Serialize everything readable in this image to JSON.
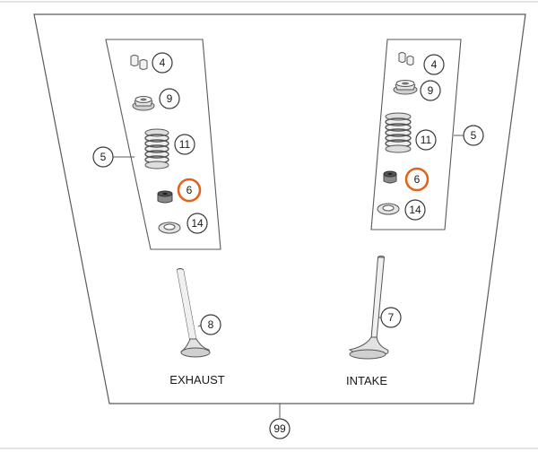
{
  "diagram": {
    "assembly_callout": "99",
    "exhaust": {
      "caption": "EXHAUST",
      "valve_callout": "8",
      "panel_callout": "5",
      "parts": [
        {
          "callout": "4",
          "part": "valve-keepers"
        },
        {
          "callout": "9",
          "part": "spring-retainer"
        },
        {
          "callout": "11",
          "part": "valve-spring"
        },
        {
          "callout": "6",
          "part": "valve-stem-seal",
          "highlighted": true
        },
        {
          "callout": "14",
          "part": "spring-seat-washer"
        }
      ]
    },
    "intake": {
      "caption": "INTAKE",
      "valve_callout": "7",
      "panel_callout": "5",
      "parts": [
        {
          "callout": "4",
          "part": "valve-keepers"
        },
        {
          "callout": "9",
          "part": "spring-retainer"
        },
        {
          "callout": "11",
          "part": "valve-spring"
        },
        {
          "callout": "6",
          "part": "valve-stem-seal",
          "highlighted": true
        },
        {
          "callout": "14",
          "part": "spring-seat-washer"
        }
      ]
    },
    "colors": {
      "line": "#5a5a5a",
      "highlight": "#e0641c",
      "part_fill": "#dcdcdc",
      "part_dark": "#555555"
    }
  }
}
